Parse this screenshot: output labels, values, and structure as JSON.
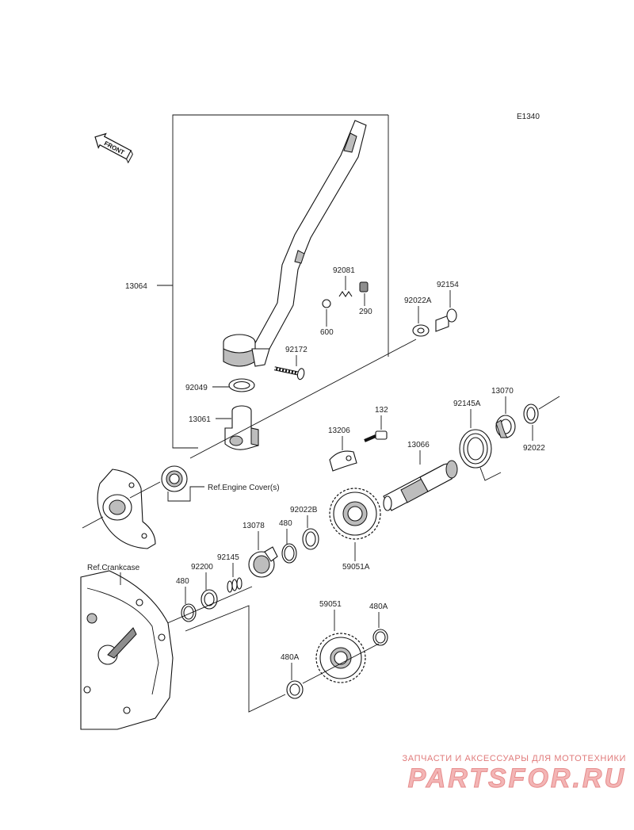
{
  "diagram_code": "E1340",
  "front_label": "FRONT",
  "ref_labels": {
    "engine_cover": "Ref.Engine Cover(s)",
    "crankcase": "Ref.Crankcase"
  },
  "parts": {
    "p13064": "13064",
    "p92081": "92081",
    "p290": "290",
    "p600": "600",
    "p92172": "92172",
    "p92049": "92049",
    "p13061": "13061",
    "p92154": "92154",
    "p92022A": "92022A",
    "p132": "132",
    "p13206": "13206",
    "p92145A": "92145A",
    "p13070": "13070",
    "p13066": "13066",
    "p92022": "92022",
    "p92022B": "92022B",
    "p480": "480",
    "p13078": "13078",
    "p92145": "92145",
    "p92200": "92200",
    "p480b": "480",
    "p59051A": "59051A",
    "p59051": "59051",
    "p480A_r": "480A",
    "p480A_l": "480A"
  },
  "watermark": {
    "tagline": "ЗАПЧАСТИ И АКСЕССУАРЫ ДЛЯ МОТОТЕХНИКИ",
    "logo": "PARTSFOR.RU"
  }
}
